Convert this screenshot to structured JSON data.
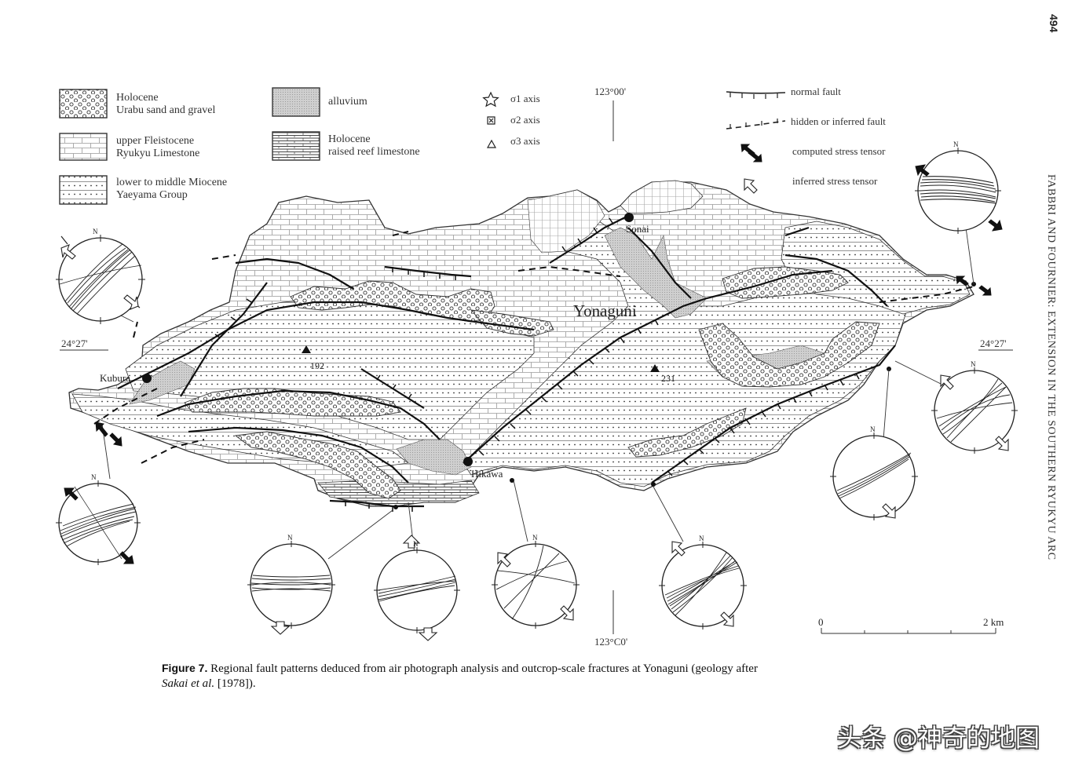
{
  "page_number": "494",
  "running_head": "FABBRI AND FOURNIER: EXTENSION IN THE SOUTHERN RYUKYU ARC",
  "legend": {
    "holocene_sand": {
      "line1": "Holocene",
      "line2": "Urabu sand and gravel"
    },
    "alluvium": {
      "line1": "alluvium"
    },
    "fleistocene": {
      "line1": "upper Fleistocene",
      "line2": "Ryukyu Limestone"
    },
    "raised_reef": {
      "line1": "Holocene",
      "line2": "raised reef limestone"
    },
    "miocene": {
      "line1": "lower to middle Miocene",
      "line2": "Yaeyama Group"
    },
    "sigma1": "σ1 axis",
    "sigma2": "σ2 axis",
    "sigma3": "σ3 axis",
    "normal_fault": "normal fault",
    "hidden_fault": "hidden or inferred fault",
    "computed_stress": "computed stress tensor",
    "inferred_stress": "inferred stress tensor"
  },
  "coords": {
    "lon_top": "123°00'",
    "lon_bottom": "123°C0'",
    "lat_left": "24°27'",
    "lat_right": "24°27'"
  },
  "places": {
    "island": "Yonaguni",
    "sonai": "Sonai",
    "kubura": "Kubura",
    "hikawa": "Hikawa",
    "peak_west": "192",
    "peak_east": "231"
  },
  "scale_bar": {
    "start": "0",
    "end": "2 km"
  },
  "stereonet_label": "N",
  "caption": {
    "label": "Figure 7.",
    "text": "Regional fault patterns deduced from air photograph analysis and outcrop-scale fractures at Yonaguni (geology after",
    "citation_author": "Sakai et al.",
    "citation_year": "[1978])."
  },
  "watermark": "头条 @神奇的地图"
}
